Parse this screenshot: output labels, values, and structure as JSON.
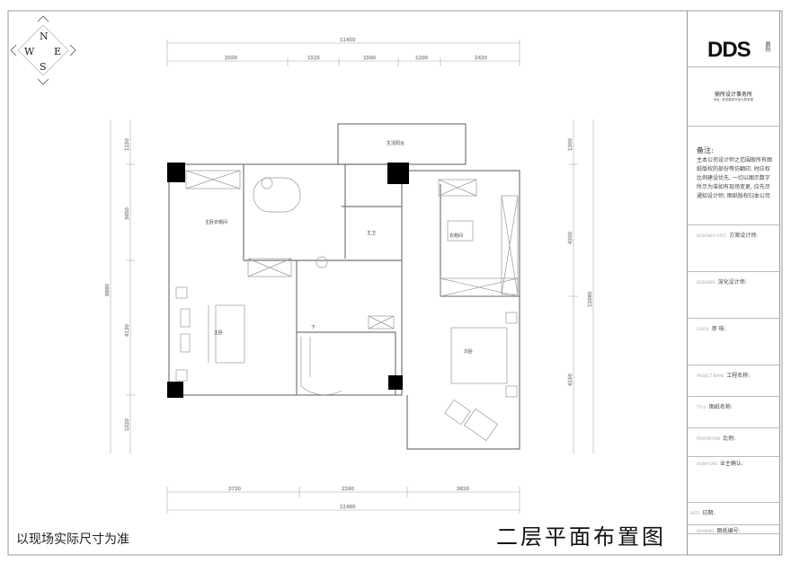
{
  "compass": {
    "n": "N",
    "s": "S",
    "e": "E",
    "w": "W"
  },
  "dimensions": {
    "top_total": "11450",
    "top_segments": [
      "2550",
      "1525",
      "1560",
      "1200",
      "2420"
    ],
    "bottom_total": "11480",
    "bottom_segments": [
      "3720",
      "2260",
      "3620"
    ],
    "left_total": "9880",
    "left_segments": [
      "1150",
      "3650",
      "4130",
      "1520"
    ],
    "right_total": "12080",
    "right_segments": [
      "1300",
      "4200",
      "4150"
    ]
  },
  "rooms": {
    "master_closet": "主卧衣帽间",
    "master_bedroom": "主卧",
    "master_bath": "主卫",
    "balcony": "生活阳台",
    "closet": "衣帽间",
    "second_bedroom": "次卧",
    "stair_label": "下"
  },
  "title_block": {
    "logo": "DDS",
    "logo_side": "鼎所",
    "company": "鼎所设计事务所",
    "company_sub": "地址: 某某路某号某大厦某楼",
    "notes_title": "备注:",
    "notes": "主本公司设计师之范围般所有图纸版权的部份等仿翻印, 时应权比例建设优先, 一切以图示数字所示为准如有现场变更, 应先尽通知设计师, 图纸版权归本公司",
    "rows": [
      {
        "en": "DESIGNER FIRST",
        "cn": "方案设计师:"
      },
      {
        "en": "DESIGNER",
        "cn": "深化设计师:"
      },
      {
        "en": "CHECK",
        "cn": "审 核:"
      },
      {
        "en": "PROJECT NAME",
        "cn": "工程名称:"
      },
      {
        "en": "TITLE",
        "cn": "图纸名称:"
      },
      {
        "en": "PROPORTION",
        "cn": "比例:"
      },
      {
        "en": "SIGNATURE",
        "cn": "业主确认:"
      },
      {
        "en": "DATE",
        "cn": "日期:"
      },
      {
        "en": "DRAWING",
        "cn": "图纸编号:"
      }
    ]
  },
  "footer_note": "以现场实际尺寸为准",
  "plan_title": "二层平面布置图"
}
